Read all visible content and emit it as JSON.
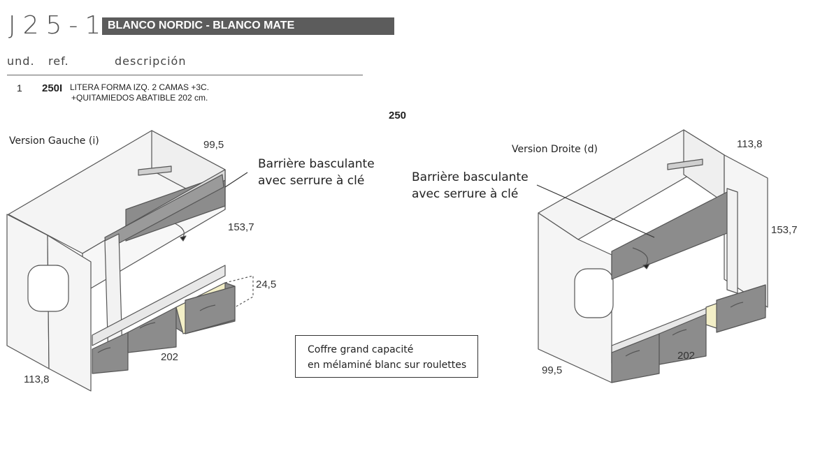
{
  "header": {
    "code": "J25-1",
    "finish": "BLANCO NORDIC - BLANCO MATE"
  },
  "table": {
    "columns": [
      "und.",
      "ref.",
      "descripción"
    ],
    "rows": [
      {
        "qty": "1",
        "ref": "250I",
        "description_line1": "LITERA FORMA IZQ. 2 CAMAS +3C.",
        "description_line2": "+QUITAMIEDOS ABATIBLE 202 cm."
      }
    ]
  },
  "model_code": "250",
  "left_view": {
    "caption": "Version Gauche (i)",
    "note_line1": "Barrière basculante",
    "note_line2": "avec serrure à clé",
    "dims": {
      "depth_top": "99,5",
      "height": "153,7",
      "drawer": "24,5",
      "length": "202",
      "width_front": "113,8"
    }
  },
  "right_view": {
    "caption": "Version Droite (d)",
    "note_line1": "Barrière basculante",
    "note_line2": "avec serrure à clé",
    "dims": {
      "width_top": "113,8",
      "height": "153,7",
      "length": "202",
      "depth_front": "99,5"
    }
  },
  "storage_box": {
    "line1": "Coffre grand capacité",
    "line2": "en mélaminé blanc sur roulettes"
  },
  "colors": {
    "banner": "#5c5c5c",
    "panel_grey": "#8c8c8c",
    "drawer_open": "#f3efc7"
  }
}
